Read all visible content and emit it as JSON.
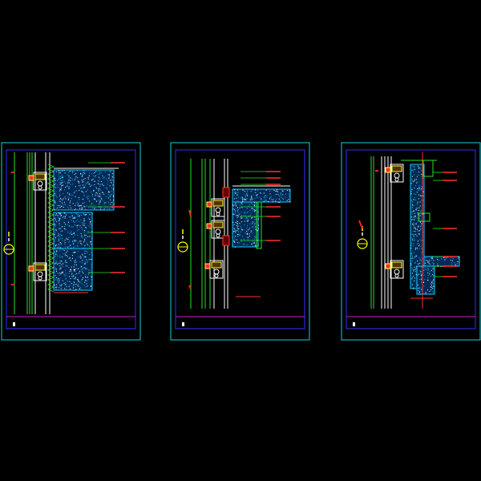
{
  "title": "",
  "colors": {
    "background": "#000000",
    "frame_outer": "#19d0d8",
    "frame_inner": "#3030ff",
    "title_bar": "#c020c0",
    "mullion": "#28e028",
    "panel_edge": "#18c8ff",
    "concrete_fill": "#00b8ff",
    "stone_dots": "#ffffff",
    "bracket": "#ffff40",
    "leader": "#ff3030",
    "dimension": "#ff2020",
    "axis_marker": "#ffff00"
  },
  "sheets": [
    {
      "id": "sheet-1",
      "label": ""
    },
    {
      "id": "sheet-2",
      "label": ""
    },
    {
      "id": "sheet-3",
      "label": ""
    }
  ]
}
